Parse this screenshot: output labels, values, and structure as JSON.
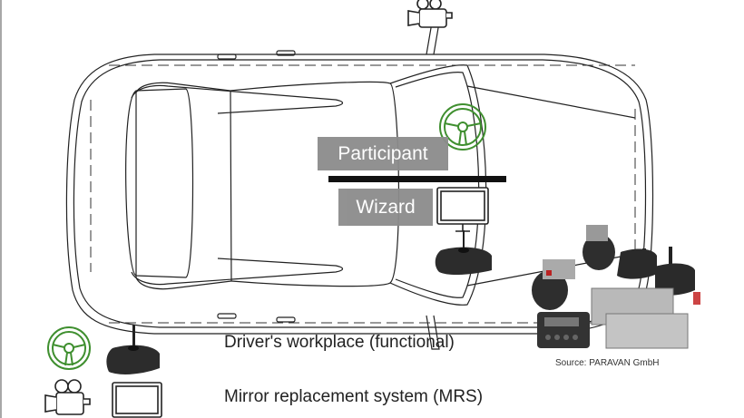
{
  "diagram": {
    "roles": {
      "participant": "Participant",
      "wizard": "Wizard"
    },
    "legend": [
      {
        "icons": [
          "steering-wheel",
          "joystick"
        ],
        "label": "Driver's workplace (functional)"
      },
      {
        "icons": [
          "video-camera",
          "monitor"
        ],
        "label": "Mirror replacement system (MRS)"
      }
    ],
    "source": "Source: PARAVAN GmbH",
    "colors": {
      "steering_wheel": "#3f8f2f",
      "label_box": "#8c8c8c",
      "divider": "#111111"
    }
  }
}
